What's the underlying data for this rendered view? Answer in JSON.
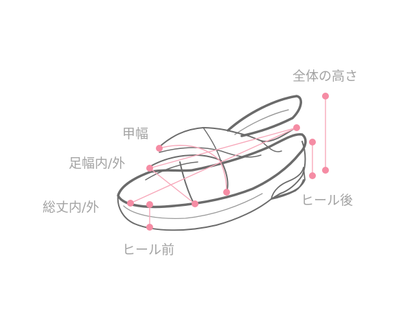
{
  "diagram": {
    "subject": "sandal-measurement-guide",
    "colors": {
      "outline": "#6b6b6b",
      "outline_light": "#9a9a9a",
      "measure": "#f58ca4",
      "measure_line": "#f7a8ba",
      "label": "#a3a3a3"
    },
    "labels": {
      "total_height": "全体の高さ",
      "instep_width": "甲幅",
      "foot_width": "足幅内/外",
      "total_length": "総丈内/外",
      "heel_back": "ヒール後",
      "heel_front": "ヒール前"
    }
  }
}
